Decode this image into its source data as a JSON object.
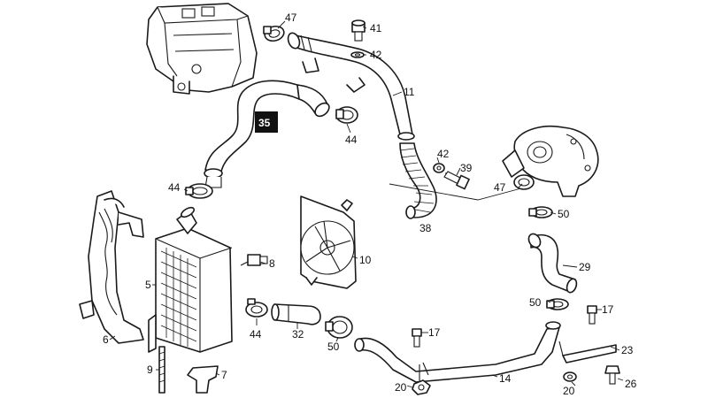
{
  "colors": {
    "line": "#1a1a1a",
    "background": "#ffffff",
    "highlight": "#111111",
    "highlight_text": "#ffffff"
  },
  "callouts": {
    "c47a": "47",
    "c41": "41",
    "c42a": "42",
    "c11": "11",
    "c35": "35",
    "c44a": "44",
    "c42b": "42",
    "c39": "39",
    "c47b": "47",
    "c44b": "44",
    "c50a": "50",
    "c38": "38",
    "c8": "8",
    "c10": "10",
    "c29": "29",
    "c5": "5",
    "c50b": "50",
    "c17a": "17",
    "c6": "6",
    "c44c": "44",
    "c32": "32",
    "c50c": "50",
    "c17b": "17",
    "c23": "23",
    "c9": "9",
    "c7": "7",
    "c20a": "20",
    "c14": "14",
    "c20b": "20",
    "c26": "26"
  },
  "highlighted_part": "35"
}
